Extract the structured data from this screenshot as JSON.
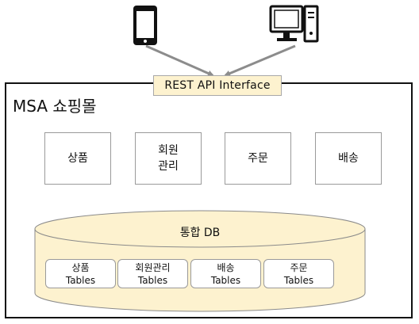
{
  "devices": {
    "phone_icon": "smartphone-icon",
    "pc_icon": "desktop-computer-icon"
  },
  "api": {
    "label": "REST API Interface"
  },
  "system": {
    "title": "MSA 쇼핑몰"
  },
  "services": [
    {
      "label": "상품"
    },
    {
      "label": "회원\n관리"
    },
    {
      "label": "주문"
    },
    {
      "label": "배송"
    }
  ],
  "database": {
    "title": "통합 DB",
    "fill_color": "#fdf2cf",
    "tables": [
      {
        "label": "상품\nTables"
      },
      {
        "label": "회원관리\nTables"
      },
      {
        "label": "배송\nTables"
      },
      {
        "label": "주문\nTables"
      }
    ]
  },
  "colors": {
    "arrow": "#8c8c8c",
    "badge_fill": "#fdf2cf",
    "border": "#111111"
  }
}
